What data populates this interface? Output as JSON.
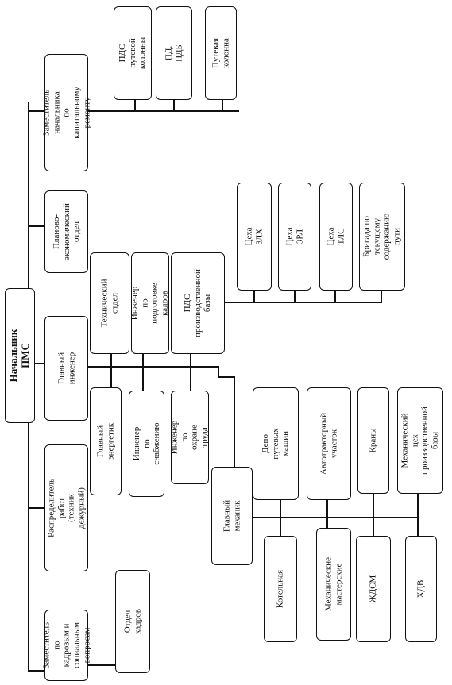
{
  "diagram": {
    "root": "Начальник ПМС",
    "deputy_capital_repair": "Заместитель начальника\nпо капитальному\nремонту",
    "pds_track_column": "ПДС путевой\nколонны",
    "pd_pdb": "ПД, ПДБ",
    "track_column": "Путевая колонна",
    "planning_dept": "Планово-\nэкономический отдел",
    "chief_engineer": "Главный\nинженер",
    "technical_dept": "Технический\nотдел",
    "training_engineer": "Инженер по подготовке\nкадров",
    "pds_production_base": "ПДС\nпроизводственной\nбазы",
    "zlkh_shops": "Цеха ЗЛХ",
    "zrl_shops": "Цеха ЗРЛ",
    "tls_shops": "Цеха ТЛС",
    "track_maintenance_brigade": "Бригада по текущему\nсодержанию пути",
    "chief_power_engineer": "Главный энергетик",
    "supply_engineer": "Инженер\nпо снабжению",
    "safety_engineer": "Инженер\nпо охране труда",
    "chief_mechanic": "Главный\nмеханик",
    "track_machine_depot": "Депо путевых машин",
    "motor_tractor_section": "Автотракторный\nучасток",
    "cranes": "Краны",
    "mechanical_shop_base": "Механический цех\nпроизводственной\nбазы",
    "boiler_house": "Котельная",
    "mechanical_workshops": "Механические\nмастерские",
    "zhdsm": "ЖДСМ",
    "khdv": "ХДВ",
    "work_distributor": "Распределитель работ\n(техник дежурный)",
    "deputy_hr_social": "Заместитель\nпо кадровым и\nсоциальным\nвопросам",
    "hr_dept": "Отдел кадров"
  }
}
